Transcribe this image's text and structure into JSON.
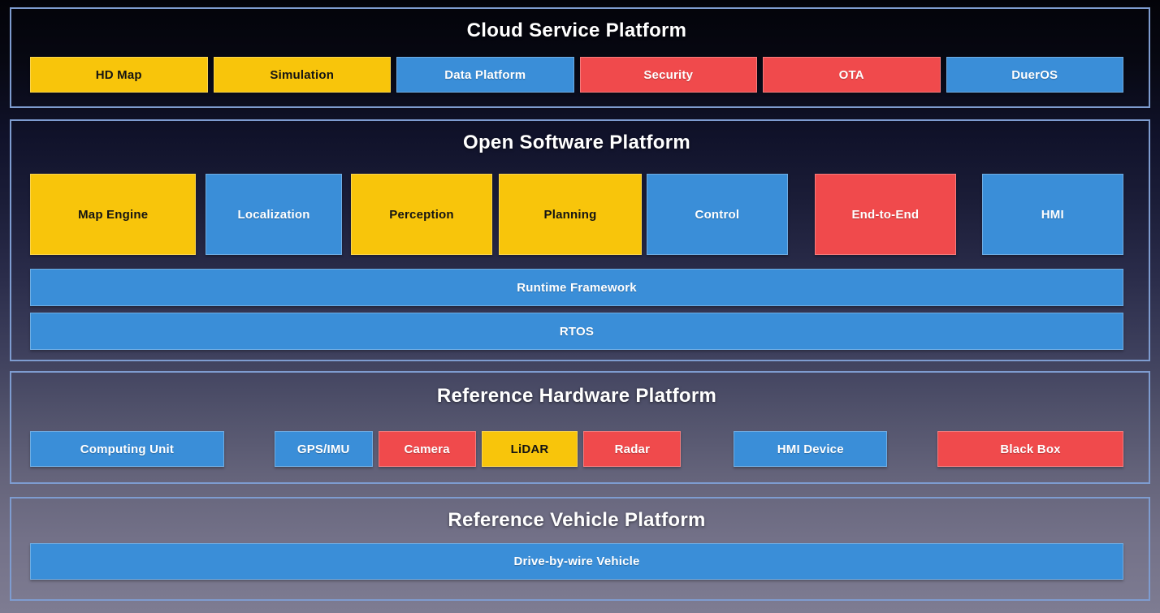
{
  "palette": {
    "yellow": "#F8C50B",
    "blue": "#3A8ED8",
    "red": "#F04A4C",
    "section_border": "#7E9CD0",
    "title_color": "#FFFFFF"
  },
  "sections": [
    {
      "title": "Cloud Service Platform",
      "blocks": [
        {
          "label": "HD Map",
          "color": "yellow"
        },
        {
          "label": "Simulation",
          "color": "yellow"
        },
        {
          "label": "Data Platform",
          "color": "blue"
        },
        {
          "label": "Security",
          "color": "red"
        },
        {
          "label": "OTA",
          "color": "red"
        },
        {
          "label": "DuerOS",
          "color": "blue"
        }
      ]
    },
    {
      "title": "Open Software Platform",
      "modules": [
        {
          "label": "Map Engine",
          "color": "yellow"
        },
        {
          "label": "Localization",
          "color": "blue"
        },
        {
          "label": "Perception",
          "color": "yellow"
        },
        {
          "label": "Planning",
          "color": "yellow"
        },
        {
          "label": "Control",
          "color": "blue"
        },
        {
          "label": "End-to-End",
          "color": "red"
        },
        {
          "label": "HMI",
          "color": "blue"
        }
      ],
      "bars": [
        {
          "label": "Runtime Framework",
          "color": "blue"
        },
        {
          "label": "RTOS",
          "color": "blue"
        }
      ]
    },
    {
      "title": "Reference Hardware Platform",
      "blocks": [
        {
          "label": "Computing Unit",
          "color": "blue"
        },
        {
          "label": "GPS/IMU",
          "color": "blue"
        },
        {
          "label": "Camera",
          "color": "red"
        },
        {
          "label": "LiDAR",
          "color": "yellow"
        },
        {
          "label": "Radar",
          "color": "red"
        },
        {
          "label": "HMI Device",
          "color": "blue"
        },
        {
          "label": "Black Box",
          "color": "red"
        }
      ]
    },
    {
      "title": "Reference Vehicle Platform",
      "bars": [
        {
          "label": "Drive-by-wire Vehicle",
          "color": "blue"
        }
      ]
    }
  ]
}
